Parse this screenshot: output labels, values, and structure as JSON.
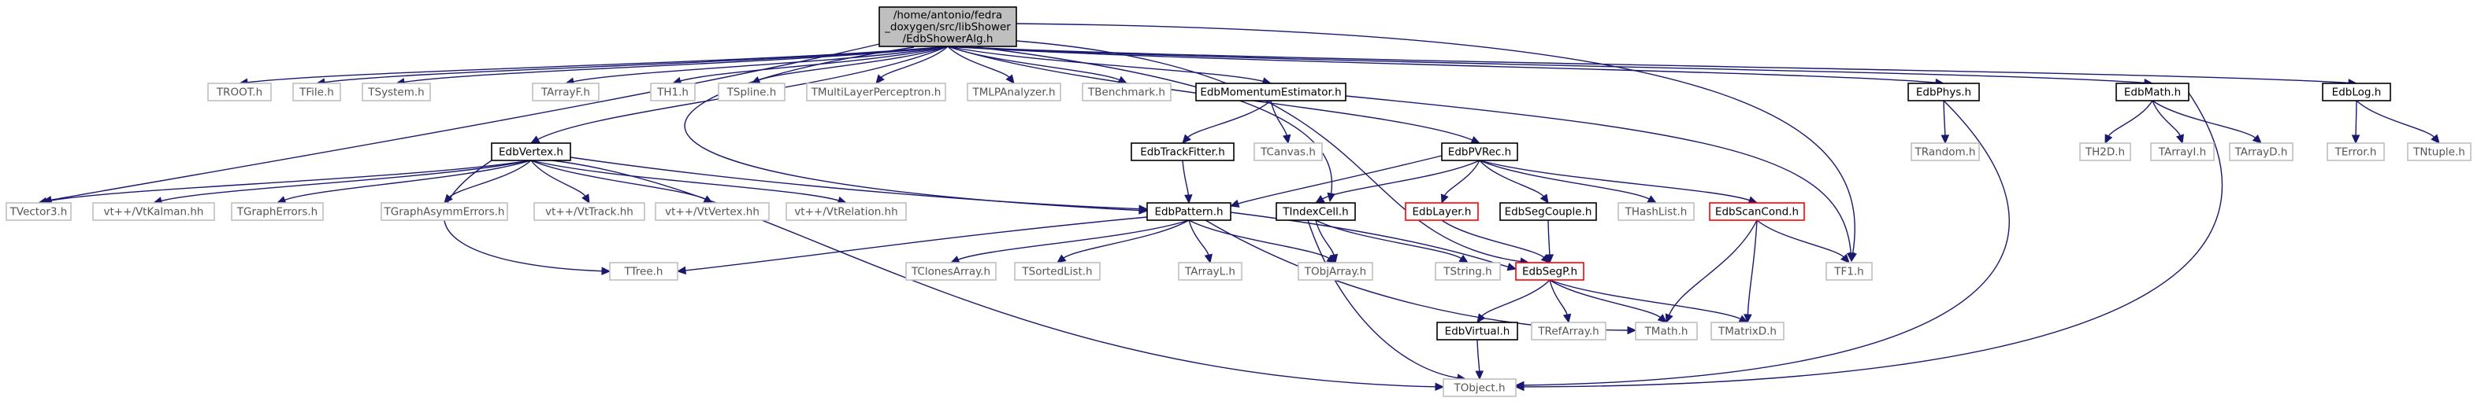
{
  "colors": {
    "edge": "#191970",
    "root_fill": "#bfbfbf",
    "documented_border": "#000000",
    "external_border": "#bfbfbf",
    "external_text": "#555555",
    "error_border": "#ff0000"
  },
  "root": {
    "id": "root",
    "lines": [
      "/home/antonio/fedra",
      "_doxygen/src/libShower",
      "/EdbShowerAlg.h"
    ]
  },
  "nodes": [
    {
      "id": "troot",
      "label": "TROOT.h",
      "style": "external"
    },
    {
      "id": "tfile",
      "label": "TFile.h",
      "style": "external"
    },
    {
      "id": "tsystem",
      "label": "TSystem.h",
      "style": "external"
    },
    {
      "id": "tarrayf",
      "label": "TArrayF.h",
      "style": "external"
    },
    {
      "id": "th1",
      "label": "TH1.h",
      "style": "external"
    },
    {
      "id": "tspline",
      "label": "TSpline.h",
      "style": "external"
    },
    {
      "id": "tmlp",
      "label": "TMultiLayerPerceptron.h",
      "style": "external"
    },
    {
      "id": "tmlpa",
      "label": "TMLPAnalyzer.h",
      "style": "external"
    },
    {
      "id": "tbench",
      "label": "TBenchmark.h",
      "style": "external"
    },
    {
      "id": "edbmom",
      "label": "EdbMomentumEstimator.h",
      "style": "documented"
    },
    {
      "id": "edbphys",
      "label": "EdbPhys.h",
      "style": "documented"
    },
    {
      "id": "edbmath",
      "label": "EdbMath.h",
      "style": "documented"
    },
    {
      "id": "edblog",
      "label": "EdbLog.h",
      "style": "documented"
    },
    {
      "id": "edbvertex",
      "label": "EdbVertex.h",
      "style": "documented"
    },
    {
      "id": "edbtrackfitter",
      "label": "EdbTrackFitter.h",
      "style": "documented"
    },
    {
      "id": "tcanvas",
      "label": "TCanvas.h",
      "style": "external"
    },
    {
      "id": "edbpvrec",
      "label": "EdbPVRec.h",
      "style": "documented"
    },
    {
      "id": "trandom",
      "label": "TRandom.h",
      "style": "external"
    },
    {
      "id": "th2d",
      "label": "TH2D.h",
      "style": "external"
    },
    {
      "id": "tarrayi",
      "label": "TArrayI.h",
      "style": "external"
    },
    {
      "id": "tarrayd",
      "label": "TArrayD.h",
      "style": "external"
    },
    {
      "id": "terror",
      "label": "TError.h",
      "style": "external"
    },
    {
      "id": "tntuple",
      "label": "TNtuple.h",
      "style": "external"
    },
    {
      "id": "tvector3",
      "label": "TVector3.h",
      "style": "external"
    },
    {
      "id": "vtkalman",
      "label": "vt++/VtKalman.hh",
      "style": "external"
    },
    {
      "id": "tgrapherrors",
      "label": "TGraphErrors.h",
      "style": "external"
    },
    {
      "id": "tgraphasym",
      "label": "TGraphAsymmErrors.h",
      "style": "external"
    },
    {
      "id": "vttrack",
      "label": "vt++/VtTrack.hh",
      "style": "external"
    },
    {
      "id": "vtvertex",
      "label": "vt++/VtVertex.hh",
      "style": "external"
    },
    {
      "id": "vtrelation",
      "label": "vt++/VtRelation.hh",
      "style": "external"
    },
    {
      "id": "edbpattern",
      "label": "EdbPattern.h",
      "style": "documented"
    },
    {
      "id": "tindexcell",
      "label": "TIndexCell.h",
      "style": "documented"
    },
    {
      "id": "edblayer",
      "label": "EdbLayer.h",
      "style": "error"
    },
    {
      "id": "edbsegcouple",
      "label": "EdbSegCouple.h",
      "style": "documented"
    },
    {
      "id": "thashlist",
      "label": "THashList.h",
      "style": "external"
    },
    {
      "id": "edbscancond",
      "label": "EdbScanCond.h",
      "style": "error"
    },
    {
      "id": "ttree",
      "label": "TTree.h",
      "style": "external"
    },
    {
      "id": "tclonesarray",
      "label": "TClonesArray.h",
      "style": "external"
    },
    {
      "id": "tsortedlist",
      "label": "TSortedList.h",
      "style": "external"
    },
    {
      "id": "tarrayl",
      "label": "TArrayL.h",
      "style": "external"
    },
    {
      "id": "tobjarray",
      "label": "TObjArray.h",
      "style": "external"
    },
    {
      "id": "tstring",
      "label": "TString.h",
      "style": "external"
    },
    {
      "id": "edbsegp",
      "label": "EdbSegP.h",
      "style": "error"
    },
    {
      "id": "tf1",
      "label": "TF1.h",
      "style": "external"
    },
    {
      "id": "trefarray",
      "label": "TRefArray.h",
      "style": "external"
    },
    {
      "id": "tmath",
      "label": "TMath.h",
      "style": "external"
    },
    {
      "id": "tmatrixd",
      "label": "TMatrixD.h",
      "style": "external"
    },
    {
      "id": "edbvirtual",
      "label": "EdbVirtual.h",
      "style": "documented"
    },
    {
      "id": "tobject",
      "label": "TObject.h",
      "style": "external"
    }
  ],
  "edges": [
    [
      "root",
      "troot"
    ],
    [
      "root",
      "tfile"
    ],
    [
      "root",
      "tsystem"
    ],
    [
      "root",
      "tarrayf"
    ],
    [
      "root",
      "th1"
    ],
    [
      "root",
      "tspline"
    ],
    [
      "root",
      "tmlp"
    ],
    [
      "root",
      "tmlpa"
    ],
    [
      "root",
      "tbench"
    ],
    [
      "root",
      "edbmom"
    ],
    [
      "root",
      "edbphys"
    ],
    [
      "root",
      "edbmath"
    ],
    [
      "root",
      "edblog"
    ],
    [
      "root",
      "edbvertex"
    ],
    [
      "root",
      "edbpvrec"
    ],
    [
      "root",
      "tvector3"
    ],
    [
      "root",
      "edbpattern"
    ],
    [
      "root",
      "tindexcell"
    ],
    [
      "root",
      "edbsegp"
    ],
    [
      "root",
      "tf1"
    ],
    [
      "edbmom",
      "edbtrackfitter"
    ],
    [
      "edbmom",
      "tcanvas"
    ],
    [
      "edbmom",
      "tf1"
    ],
    [
      "edbtrackfitter",
      "edbpattern"
    ],
    [
      "edbphys",
      "trandom"
    ],
    [
      "edbphys",
      "tobject"
    ],
    [
      "edbmath",
      "th2d"
    ],
    [
      "edbmath",
      "tarrayi"
    ],
    [
      "edbmath",
      "tarrayd"
    ],
    [
      "edbmath",
      "tobject"
    ],
    [
      "edblog",
      "terror"
    ],
    [
      "edblog",
      "tntuple"
    ],
    [
      "edbvertex",
      "tvector3"
    ],
    [
      "edbvertex",
      "vtkalman"
    ],
    [
      "edbvertex",
      "tgrapherrors"
    ],
    [
      "edbvertex",
      "tgraphasym"
    ],
    [
      "edbvertex",
      "vttrack"
    ],
    [
      "edbvertex",
      "vtvertex"
    ],
    [
      "edbvertex",
      "vtrelation"
    ],
    [
      "edbvertex",
      "edbpattern"
    ],
    [
      "edbvertex",
      "ttree"
    ],
    [
      "edbvertex",
      "tobject"
    ],
    [
      "edbpvrec",
      "edbpattern"
    ],
    [
      "edbpvrec",
      "tindexcell"
    ],
    [
      "edbpvrec",
      "edblayer"
    ],
    [
      "edbpvrec",
      "edbsegcouple"
    ],
    [
      "edbpvrec",
      "thashlist"
    ],
    [
      "edbpvrec",
      "edbscancond"
    ],
    [
      "edbpattern",
      "ttree"
    ],
    [
      "edbpattern",
      "tclonesarray"
    ],
    [
      "edbpattern",
      "tsortedlist"
    ],
    [
      "edbpattern",
      "tarrayl"
    ],
    [
      "edbpattern",
      "tobjarray"
    ],
    [
      "edbpattern",
      "edbsegp"
    ],
    [
      "edbpattern",
      "tmath"
    ],
    [
      "tindexcell",
      "tobjarray"
    ],
    [
      "tindexcell",
      "tstring"
    ],
    [
      "tindexcell",
      "tobject"
    ],
    [
      "edblayer",
      "edbsegp"
    ],
    [
      "edbsegcouple",
      "edbsegp"
    ],
    [
      "edbscancond",
      "tf1"
    ],
    [
      "edbscancond",
      "tmath"
    ],
    [
      "edbscancond",
      "tmatrixd"
    ],
    [
      "edbsegp",
      "edbvirtual"
    ],
    [
      "edbsegp",
      "trefarray"
    ],
    [
      "edbsegp",
      "tmath"
    ],
    [
      "edbsegp",
      "tmatrixd"
    ],
    [
      "edbvirtual",
      "tobject"
    ]
  ]
}
